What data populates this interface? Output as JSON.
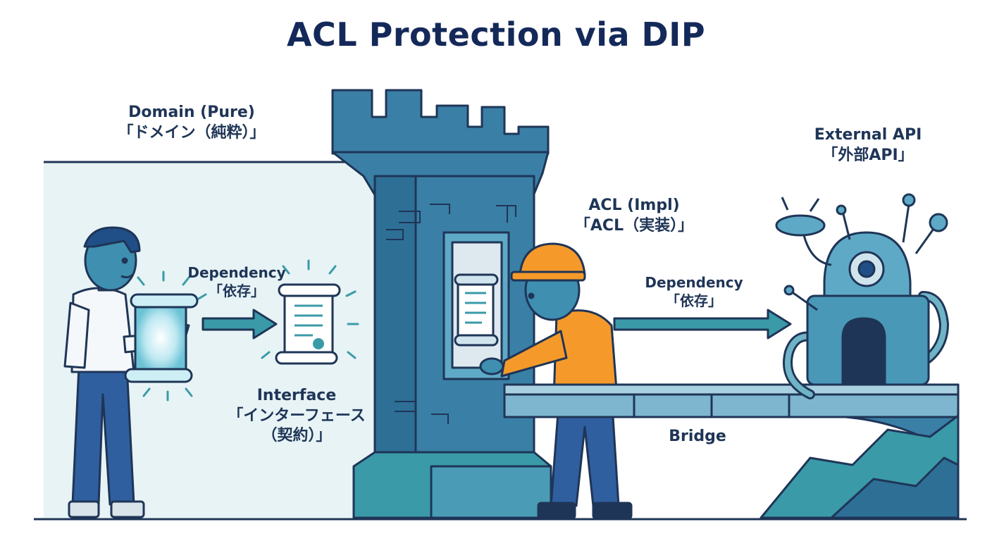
{
  "title": "ACL Protection via DIP",
  "domain": {
    "label": "Domain (Pure)",
    "label_ja": "「ドメイン（純粋）」"
  },
  "dependency_left": {
    "label": "Dependency",
    "label_ja": "「依存」"
  },
  "interface": {
    "label": "Interface",
    "label_ja_1": "「インターフェース",
    "label_ja_2": "（契約）」"
  },
  "acl": {
    "label": "ACL (Impl)",
    "label_ja": "「ACL（実装）」"
  },
  "dependency_right": {
    "label": "Dependency",
    "label_ja": "「依存」"
  },
  "external_api": {
    "label": "External API",
    "label_ja": "「外部API」"
  },
  "bridge": {
    "label": "Bridge"
  },
  "colors": {
    "dark_navy": "#1f3557",
    "tower_blue": "#3a7fa6",
    "teal": "#3a9aa8",
    "domain_bg": "#e7f3f5",
    "helmet_orange": "#f59a2a"
  }
}
